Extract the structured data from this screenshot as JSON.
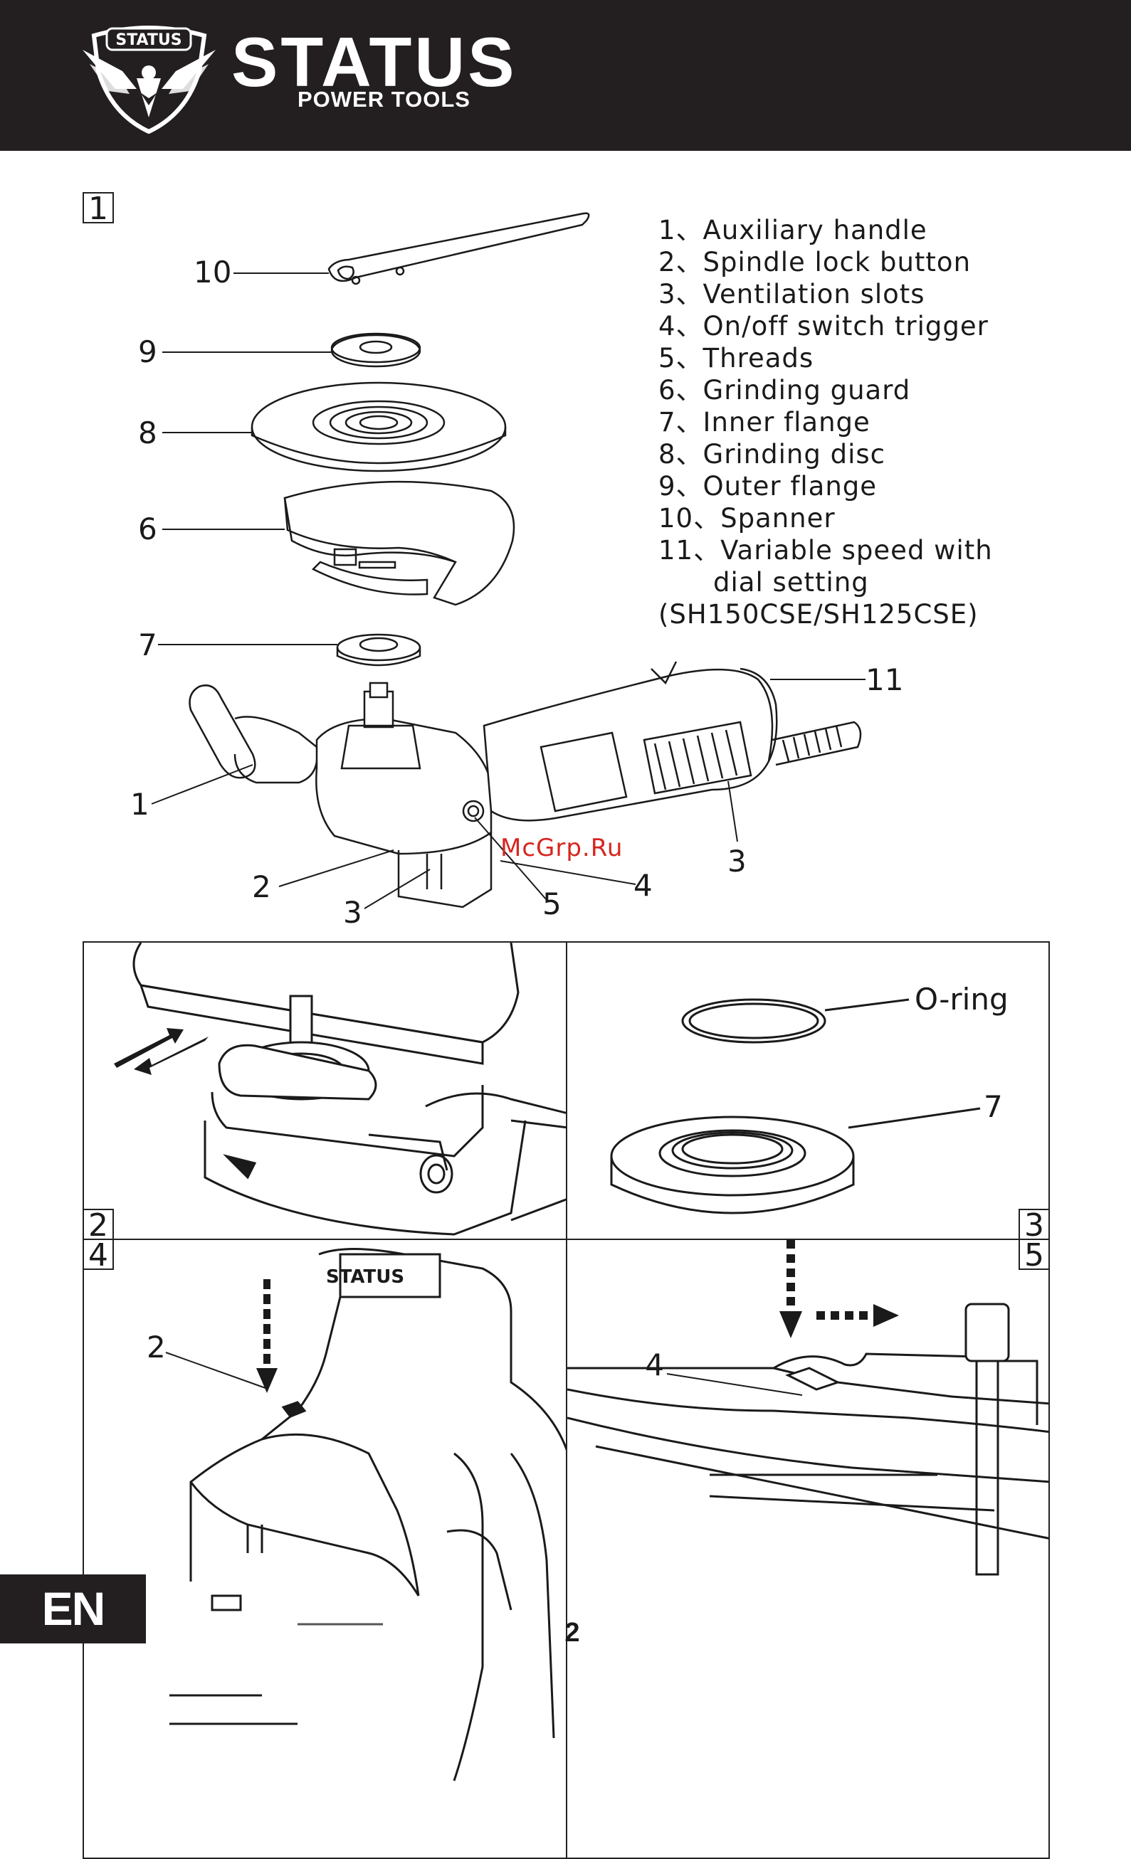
{
  "header": {
    "brand_name": "STATUS",
    "brand_subtitle": "POWER TOOLS",
    "logo_text": "STATUS",
    "background_color": "#231f20"
  },
  "figure1": {
    "number": "1",
    "callouts": {
      "c1": "1",
      "c2": "2",
      "c3a": "3",
      "c3b": "3",
      "c4": "4",
      "c5": "5",
      "c6": "6",
      "c7": "7",
      "c8": "8",
      "c9": "9",
      "c10": "10",
      "c11": "11"
    },
    "parts": [
      "1、Auxiliary handle",
      "2、Spindle lock button",
      "3、Ventilation slots",
      "4、On/off switch trigger",
      "5、Threads",
      "6、Grinding guard",
      "7、Inner flange",
      "8、Grinding disc",
      "9、Outer flange",
      "10、Spanner",
      "11、Variable speed with",
      "dial setting",
      "(SH150CSE/SH125CSE)"
    ]
  },
  "figure2": {
    "number": "2"
  },
  "figure3": {
    "number": "3",
    "label_oring": "O-ring",
    "label_7": "7"
  },
  "figure4": {
    "number": "4",
    "label_2": "2",
    "housing_text": "STATUS"
  },
  "figure5": {
    "number": "5",
    "label_4": "4"
  },
  "watermark": "McGrp.Ru",
  "footer": {
    "language": "EN",
    "page_number": "2"
  },
  "colors": {
    "dark": "#231f20",
    "watermark_red": "#d6261f"
  }
}
